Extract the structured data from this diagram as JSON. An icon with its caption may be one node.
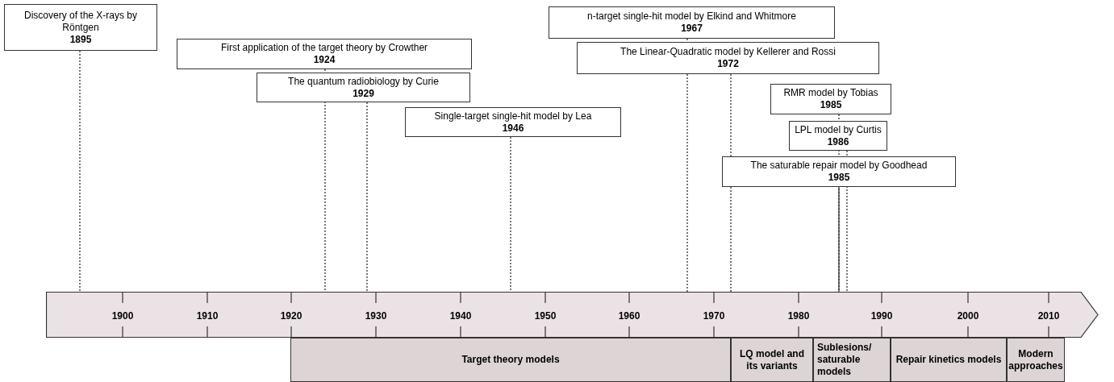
{
  "diagram": {
    "nodes": [
      {
        "text": [
          "Discovery of the X-rays by Röntgen",
          "1895"
        ]
      },
      {
        "text": [
          "First application of the target theory by Crowther",
          "1924"
        ]
      },
      {
        "text": [
          "The quantum radiobiology by Curie",
          "1929"
        ]
      },
      {
        "text": [
          "Single-target single-hit model by Lea",
          "1946"
        ]
      },
      {
        "text": [
          "n-target single-hit model by Elkind and Whitmore",
          "1967"
        ]
      },
      {
        "text": [
          "The Linear-Quadratic model by Kellerer and Rossi",
          "1972"
        ]
      },
      {
        "text": [
          "RMR model by Tobias",
          "1985"
        ]
      },
      {
        "text": [
          "LPL model by Curtis",
          "1986"
        ]
      },
      {
        "text": [
          "The saturable repair model by Goodhead",
          "1985"
        ]
      },
      {
        "text": [],
        "shape": "arrow"
      },
      {
        "text": [
          "Target theory models"
        ]
      },
      {
        "text": [
          "LQ model and its variants"
        ]
      },
      {
        "text": [
          "Sublesions/ saturable models"
        ]
      },
      {
        "text": [
          "Repair kinetics models"
        ]
      },
      {
        "text": [
          "Modern approaches"
        ]
      }
    ],
    "edges": [
      {
        "from": 0,
        "to": 9,
        "arrow": "none",
        "style": "dashed"
      },
      {
        "from": 1,
        "to": 9,
        "arrow": "none",
        "style": "dashed"
      },
      {
        "from": 2,
        "to": 9,
        "arrow": "none",
        "style": "dashed"
      },
      {
        "from": 3,
        "to": 9,
        "arrow": "none",
        "style": "dashed"
      },
      {
        "from": 4,
        "to": 9,
        "arrow": "none",
        "style": "dashed"
      },
      {
        "from": 5,
        "to": 9,
        "arrow": "none",
        "style": "dashed"
      },
      {
        "from": 6,
        "to": 9,
        "arrow": "none",
        "style": "dashed"
      },
      {
        "from": 7,
        "to": 9,
        "arrow": "none",
        "style": "dashed"
      },
      {
        "from": 8,
        "to": 9,
        "arrow": "none"
      }
    ],
    "labels": [
      "1900",
      "1910",
      "1920",
      "1930",
      "1940",
      "1950",
      "1960",
      "1970",
      "1980",
      "1990",
      "2000",
      "2010"
    ]
  }
}
